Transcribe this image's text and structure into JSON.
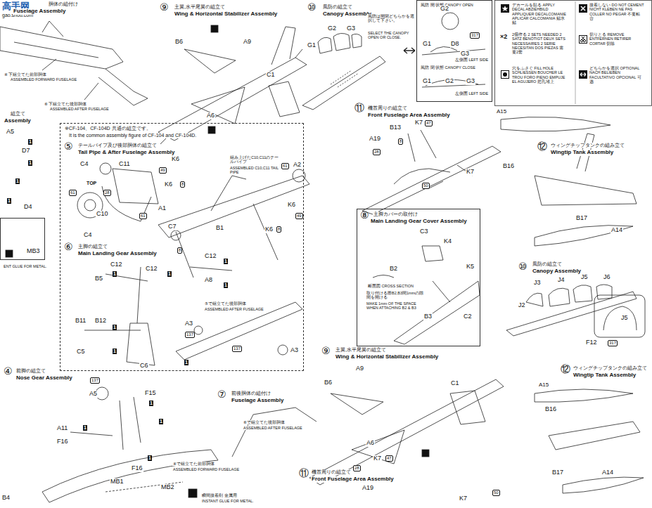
{
  "diagram": {
    "nodes": [
      {
        "text": [
          "※CF-104、CF-104D 共通の組立です。",
          "It is the common assembly figure of CF-104 and CF-104D."
        ]
      },
      {
        "text": [
          "風防 開 状態 CANOPY OPEN",
          "風防 閉 状態 CANOPY CLOSE"
        ]
      },
      {
        "text": [
          "主脚カバーの取付け",
          "Main Landing Gear Cover Assembly"
        ]
      },
      {
        "text": [
          "MB3"
        ]
      }
    ],
    "labels": [
      "高手网",
      "gao.shou.com",
      "胴体の組付け",
      "Fuselage Assembly",
      "④ 下組立てた前部胴体",
      "ASSEMBLED FORWARD FUSELAGE",
      "⑥ 下組立てた後部胴体",
      "ASSEMBLED AFTER FUSELAGE",
      "組立て",
      "Assembly",
      "A5",
      "1",
      "D7",
      "1",
      "1",
      "D4",
      "1",
      "ENT GLUE FOR METAL.",
      "⑨",
      "主翼,水平尾翼の組立て",
      "Wing & Horizontal Stabilizer Assembly",
      "B6",
      "A9",
      "C1",
      "A6",
      "⑩",
      "風防の組立て",
      "Canopy Assembly",
      "G1",
      "G2",
      "G3",
      "風防は開閉どちらかを選択して下さい。",
      "SELECT THE CANOPY OPEN OR CLOSE.",
      "G2",
      "G1",
      "D8",
      "317",
      "G3",
      "左側面 LEFT SIDE",
      "G1",
      "G2",
      "G3",
      "左側面 LEFT SIDE",
      "⑪",
      "機首周りの組立て",
      "Front Fuselage Area Assembly",
      "B13",
      "K7",
      "47",
      "A19",
      "8",
      "28",
      "K7",
      "50",
      "A15",
      "⑫",
      "ウィングチップタンクの組み立て",
      "Wingtip Tank Assembly",
      "B16",
      "B17",
      "A14",
      "⑤",
      "テールパイプ及び後部胴体の組立て",
      "Tail Pipe & After Fuselage Assembly",
      "C4",
      "C11",
      "TOP",
      "61",
      "28",
      "C4",
      "C10",
      "61",
      "K6",
      "49",
      "K6",
      "8",
      "A1",
      "組み上げたC10,C11のテールパイプ",
      "ASSEMBLED C10,C11 TAIL PIPE",
      "61",
      "A2",
      "K6",
      "49",
      "C7",
      "B1",
      "K6",
      "8",
      "8",
      "⑥",
      "主脚の組立て",
      "Main Landing Gear Assembly",
      "C12",
      "B5",
      "1",
      "C12",
      "1",
      "C12",
      "1",
      "A8",
      "1",
      "B11",
      "B12",
      "1",
      "C5",
      "1",
      "C6",
      "1",
      "A3",
      "137",
      "⑤で組立てた後部胴体",
      "ASSEMBLED AFTER FUSELAGE",
      "137",
      "A3",
      "⑧",
      "C3",
      "K4",
      "K5",
      "B2",
      "断面図 CROSS SECTION",
      "取り付ける際B2,B3間1mmの隙間を開ける",
      "MAKE 1mm OF THE SPACE WHEN ATTACHING B2 & B3",
      "B3",
      "C2",
      "⑩",
      "風防の組立て",
      "Canopy Assembly",
      "J2",
      "J3",
      "J4",
      "J5",
      "J6",
      "J5",
      "F12",
      "317",
      "⑫",
      "ウィングチップタンクの組み立て",
      "Wingtip Tank Assembly",
      "A15",
      "B16",
      "B17",
      "A14",
      "⑨",
      "主翼,水平尾翼の組立て",
      "Wing & Horizontal Stabilizer Assembly",
      "A9",
      "B6",
      "C1",
      "A6",
      "⑪",
      "機首周りの組立て",
      "Front Fuselage Area Assembly",
      "28",
      "A19",
      "K7",
      "47",
      "K7",
      "50",
      "④",
      "前脚の組立て",
      "Nose Gear Assembly",
      "137",
      "A5",
      "F15",
      "1",
      "1",
      "A11",
      "1",
      "F16",
      "F16",
      "1",
      "MB1",
      "MB2",
      "B4",
      "瞬間接着剤 金属用",
      "INSTANT GLUE FOR METAL.",
      "⑦",
      "前後胴体の組付け",
      "Fuselage Assembly",
      "⑥で組立てた後部胴体",
      "ASSEMBLED AFTER FUSELAGE",
      "④で組立てた前部胴体",
      "ASSEMBLED FORWARD FUSELAGE",
      "×2"
    ],
    "legend": [
      {
        "text": "デカールを貼る APPLY DECAL ABZIEHBILD APPLIQUER DECALCOMANIE APLICAR CALCOMANIA 贴水贴"
      },
      {
        "text": "2個作る 2 SETS NEEDED 2 SATZ BENÖTIGT DEUX SETS NECESSAIRES 2 SERIE NECESITAN DOS PIEZAS 需要2套"
      },
      {
        "text": "穴をふさぐ FILL HOLE SCHLIESSEN BOUCHER LE TROU FORO PIENO EMPUJE EL AGUJERO 把孔堵上"
      },
      {
        "text": "接着しない DO NOT CEMENT NICHT KLEBEN NE PAS COLLER NO PEGAR 不要粘合"
      },
      {
        "text": "切りとる REMOVE ENTFERNEN RETIRER CORTAR 切除"
      },
      {
        "text": "どちらかを選択 OPTIONAL NACH BELIEBEN FACULTATIVO OPCIONAL 可选"
      }
    ]
  }
}
